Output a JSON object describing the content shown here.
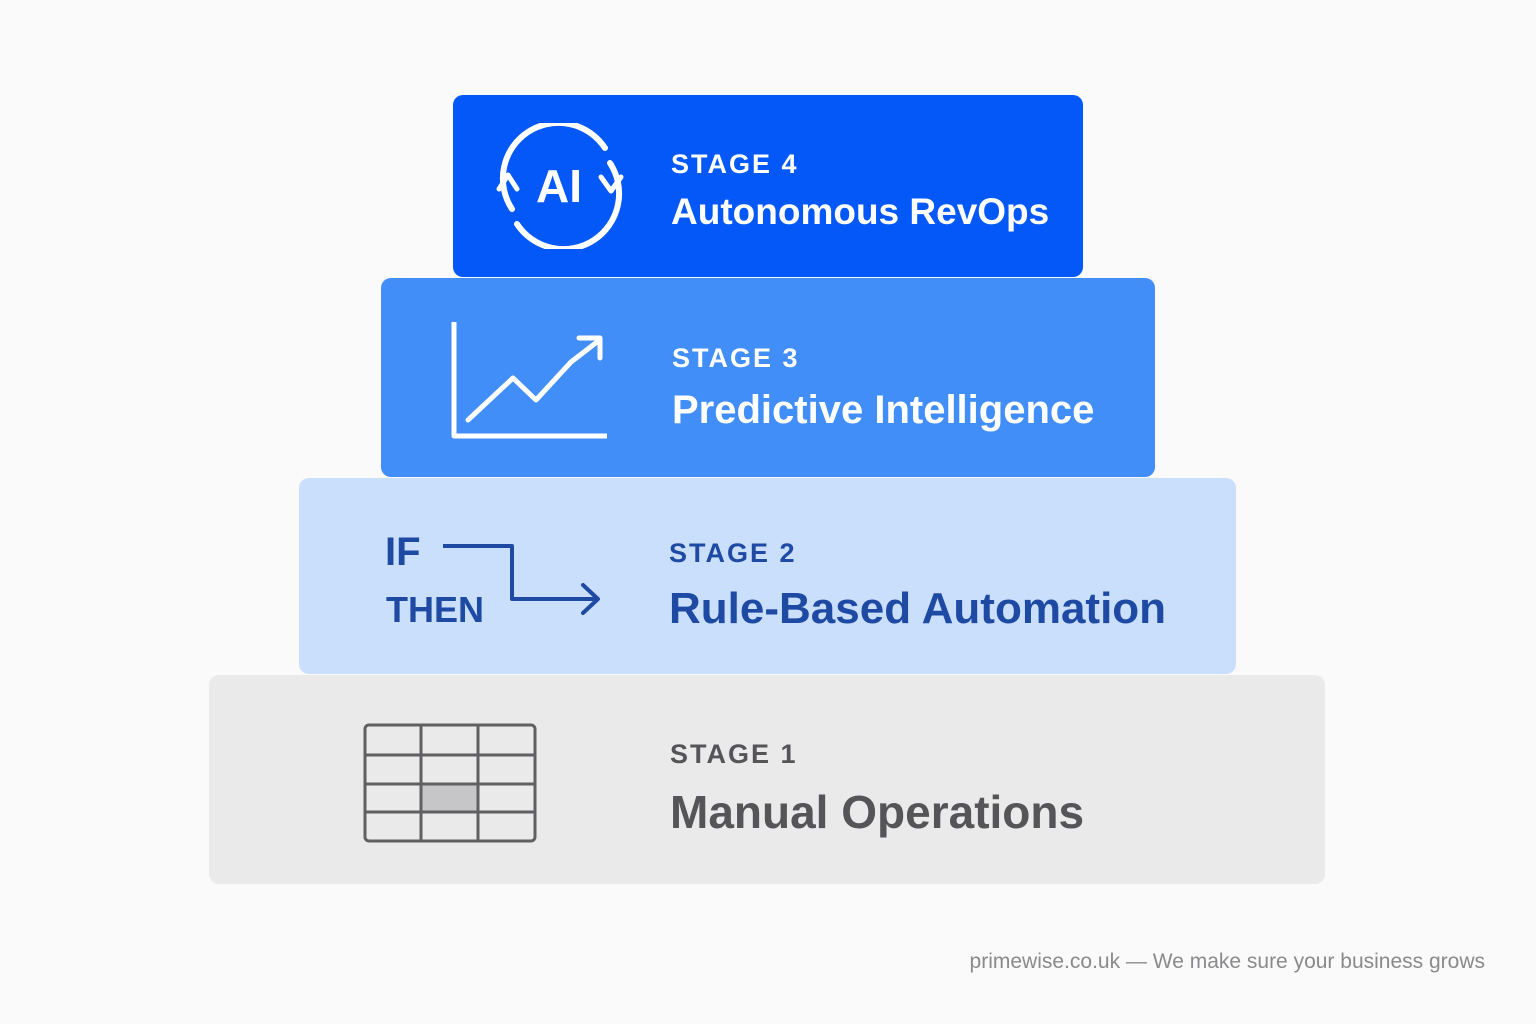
{
  "stages": [
    {
      "label": "STAGE 4",
      "title": "Autonomous RevOps",
      "icon": "ai-cycle-icon",
      "icon_text": "AI",
      "color": "#0358f7"
    },
    {
      "label": "STAGE 3",
      "title": "Predictive Intelligence",
      "icon": "trend-chart-icon",
      "color": "#418ef8"
    },
    {
      "label": "STAGE 2",
      "title": "Rule-Based Automation",
      "icon": "if-then-icon",
      "icon_text_if": "IF",
      "icon_text_then": "THEN",
      "color": "#c9dffb"
    },
    {
      "label": "STAGE 1",
      "title": "Manual Operations",
      "icon": "spreadsheet-grid-icon",
      "color": "#eaeaeb"
    }
  ],
  "footer": "primewise.co.uk — We make sure your business grows"
}
